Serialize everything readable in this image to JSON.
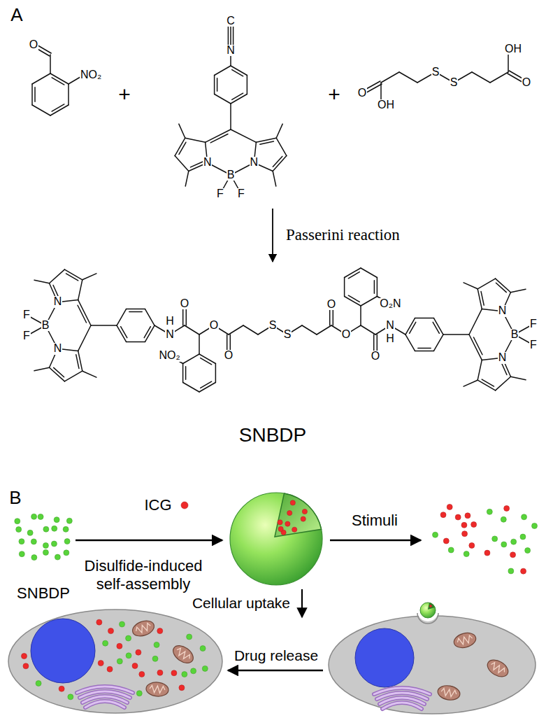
{
  "diagram": {
    "labels": [
      "A",
      "O",
      "NO₂",
      "+",
      "C",
      "N",
      "N",
      "B",
      "N",
      "F",
      "F",
      "+",
      "O",
      "OH",
      "S",
      "S",
      "OH",
      "O",
      "Passerini reaction",
      "N",
      "F",
      "B",
      "F",
      "N",
      "O",
      "N",
      "H",
      "O",
      "O",
      "NO₂",
      "S",
      "S",
      "O₂N",
      "O",
      "O",
      "H",
      "N",
      "O",
      "N",
      "F",
      "B",
      "F",
      "N",
      "SNBDP",
      "B",
      "ICG",
      "Disulfide-induced self-assembly",
      "SNBDP",
      "Stimuli",
      "Cellular uptake",
      "Drug release"
    ]
  }
}
